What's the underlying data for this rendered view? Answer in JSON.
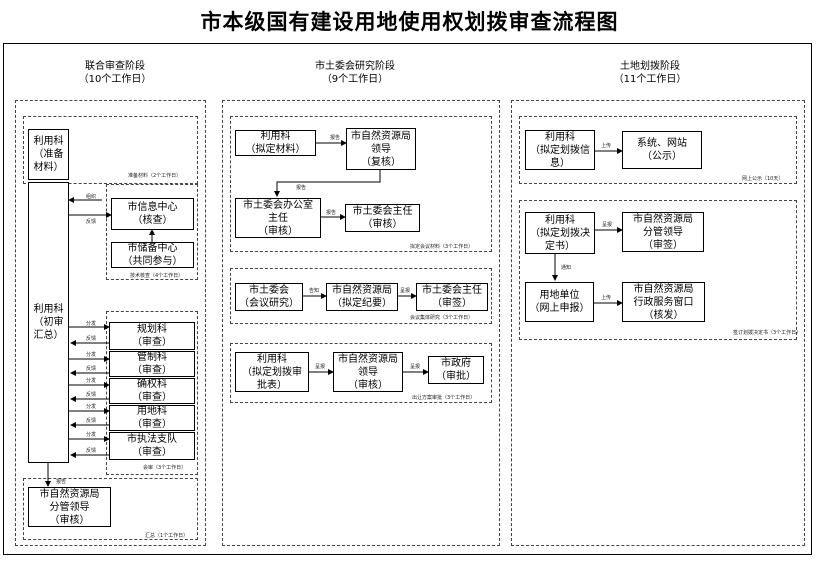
{
  "title": "市本级国有建设用地使用权划拨审查流程图",
  "phases": [
    {
      "label": "联合审查阶段\n（10个工作日）"
    },
    {
      "label": "市土委会研究阶段\n（9个工作日）"
    },
    {
      "label": "土地划拨阶段\n（11个工作日）"
    }
  ],
  "p1": {
    "prep": "利用科\n（准备\n材料）",
    "prep_note": "准备材料（2个工作日）",
    "info": "市信息中心\n（核查）",
    "reserve": "市储备中心\n（共同参与）",
    "tech_note": "技术核查（4个工作日）",
    "summary": "利用科\n（初审\n汇总）",
    "depts": [
      "规划科\n（审查）",
      "管制科\n（审查）",
      "确权科\n（审查）",
      "用地科\n（审查）",
      "市执法支队\n（审查）"
    ],
    "review_note": "会审（3个工作日）",
    "leader": "市自然资源局\n分管领导\n（审核）",
    "summary_note": "汇总（1个工作日）",
    "lbl_organize": "组织",
    "lbl_feedback": "反馈",
    "lbl_distribute": "分发",
    "lbl_report": "报告"
  },
  "p2": {
    "draft": "利用科\n（拟定材料）",
    "bureau": "市自然资源局\n领导\n（复核）",
    "office": "市土委会办公室\n主任\n（审核）",
    "director": "市土委会主任\n（审核）",
    "draft_note": "拟定会议材料（3个工作日）",
    "meeting": "市土委会\n（会议研究）",
    "minutes": "市自然资源局\n（拟定纪要）",
    "director_sign": "市土委会主任\n（审签）",
    "meeting_note": "会议集体研究（3个工作日）",
    "approval_draft": "利用科\n（拟定划拨审\n批表）",
    "bureau_review": "市自然资源局\n领导\n（审核）",
    "gov": "市政府\n（审批）",
    "gov_note": "出让方案审批（3个工作日）",
    "lbl_report": "报告",
    "lbl_inform": "告知",
    "lbl_submit": "呈报"
  },
  "p3": {
    "notice_draft": "利用科\n（拟定划拨信\n息）",
    "website": "系统、网站\n（公示）",
    "notice_note": "网上公示（10天）",
    "decision_draft": "利用科\n（拟定划拨决\n定书）",
    "leader_sign": "市自然资源局\n分管领导\n（审签）",
    "applicant": "用地单位\n（网上申报）",
    "window": "市自然资源局\n行政服务窗口\n（核发）",
    "decision_note": "签订划拨决定书（3个工作日）",
    "lbl_upload": "上传",
    "lbl_submit": "呈报",
    "lbl_notify": "通知"
  }
}
